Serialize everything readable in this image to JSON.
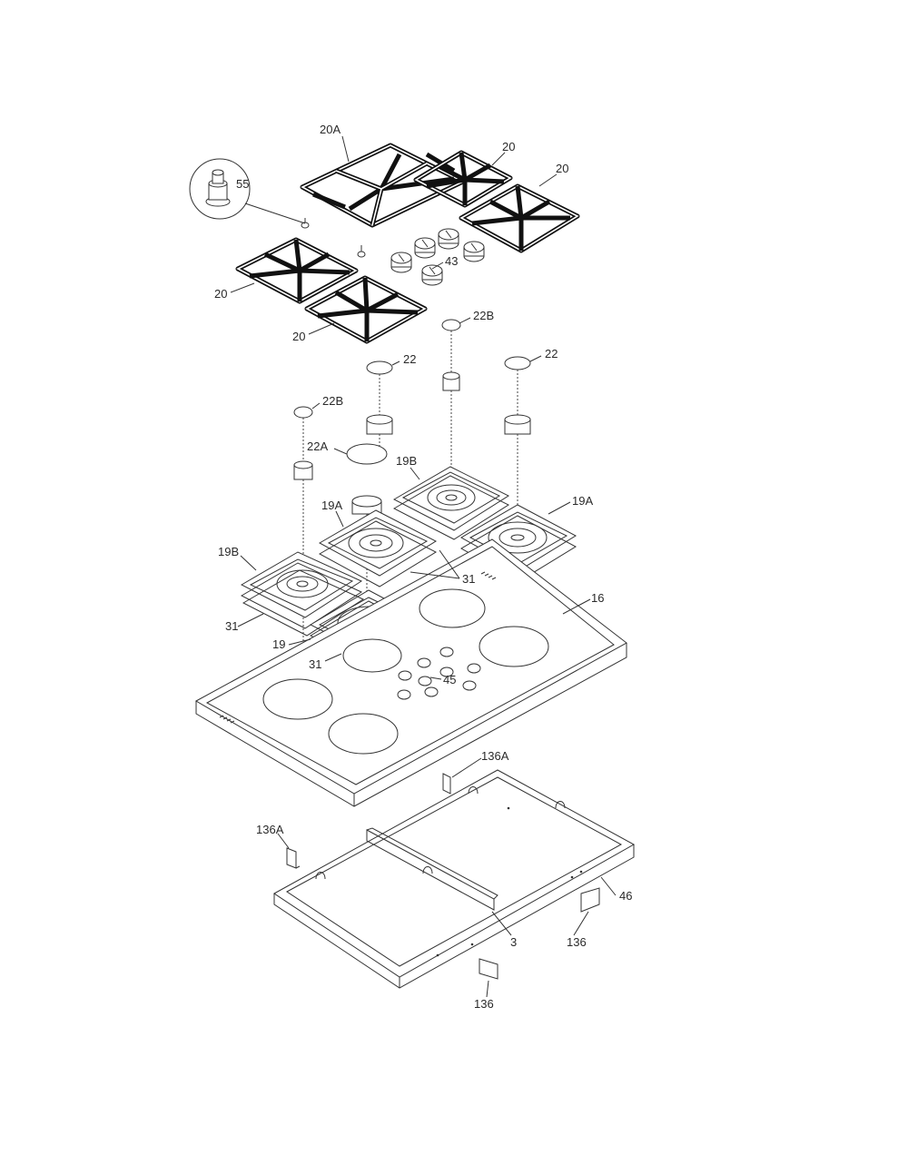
{
  "diagram": {
    "callouts": [
      {
        "id": "c-20A",
        "text": "20A"
      },
      {
        "id": "c-20-top1",
        "text": "20"
      },
      {
        "id": "c-20-top2",
        "text": "20"
      },
      {
        "id": "c-55",
        "text": "55"
      },
      {
        "id": "c-43",
        "text": "43"
      },
      {
        "id": "c-20-left1",
        "text": "20"
      },
      {
        "id": "c-20-left2",
        "text": "20"
      },
      {
        "id": "c-22B-a",
        "text": "22B"
      },
      {
        "id": "c-22-a",
        "text": "22"
      },
      {
        "id": "c-22-b",
        "text": "22"
      },
      {
        "id": "c-22B-b",
        "text": "22B"
      },
      {
        "id": "c-22A",
        "text": "22A"
      },
      {
        "id": "c-19B-a",
        "text": "19B"
      },
      {
        "id": "c-19A-a",
        "text": "19A"
      },
      {
        "id": "c-19A-b",
        "text": "19A"
      },
      {
        "id": "c-19B-b",
        "text": "19B"
      },
      {
        "id": "c-31-a",
        "text": "31"
      },
      {
        "id": "c-16",
        "text": "16"
      },
      {
        "id": "c-31-b",
        "text": "31"
      },
      {
        "id": "c-19",
        "text": "19"
      },
      {
        "id": "c-31-c",
        "text": "31"
      },
      {
        "id": "c-45",
        "text": "45"
      },
      {
        "id": "c-136A-a",
        "text": "136A"
      },
      {
        "id": "c-136A-b",
        "text": "136A"
      },
      {
        "id": "c-46",
        "text": "46"
      },
      {
        "id": "c-3",
        "text": "3"
      },
      {
        "id": "c-136-a",
        "text": "136"
      },
      {
        "id": "c-136-b",
        "text": "136"
      }
    ]
  }
}
